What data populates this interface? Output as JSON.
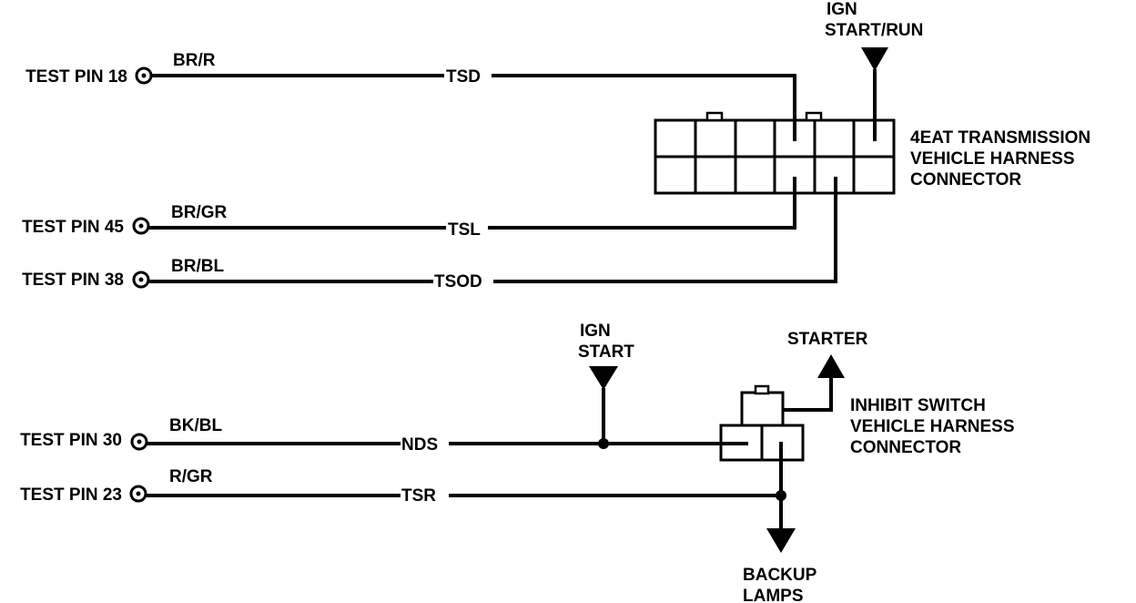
{
  "colors": {
    "line": "#000000",
    "background": "#ffffff"
  },
  "test_pins": [
    {
      "id": "18",
      "label": "TEST PIN 18",
      "wire_color": "BR/R",
      "signal": "TSD"
    },
    {
      "id": "45",
      "label": "TEST PIN 45",
      "wire_color": "BR/GR",
      "signal": "TSL"
    },
    {
      "id": "38",
      "label": "TEST PIN 38",
      "wire_color": "BR/BL",
      "signal": "TSOD"
    },
    {
      "id": "30",
      "label": "TEST PIN 30",
      "wire_color": "BK/BL",
      "signal": "NDS"
    },
    {
      "id": "23",
      "label": "TEST PIN 23",
      "wire_color": "R/GR",
      "signal": "TSR"
    }
  ],
  "ign_start_run": {
    "line1": "IGN",
    "line2": "START/RUN"
  },
  "ign_start": {
    "line1": "IGN",
    "line2": "START"
  },
  "transmission_connector": {
    "line1": "4EAT TRANSMISSION",
    "line2": "VEHICLE HARNESS",
    "line3": "CONNECTOR"
  },
  "inhibit_switch_connector": {
    "line1": "INHIBIT SWITCH",
    "line2": "VEHICLE HARNESS",
    "line3": "CONNECTOR"
  },
  "starter": {
    "label": "STARTER"
  },
  "backup_lamps": {
    "line1": "BACKUP",
    "line2": "LAMPS"
  }
}
